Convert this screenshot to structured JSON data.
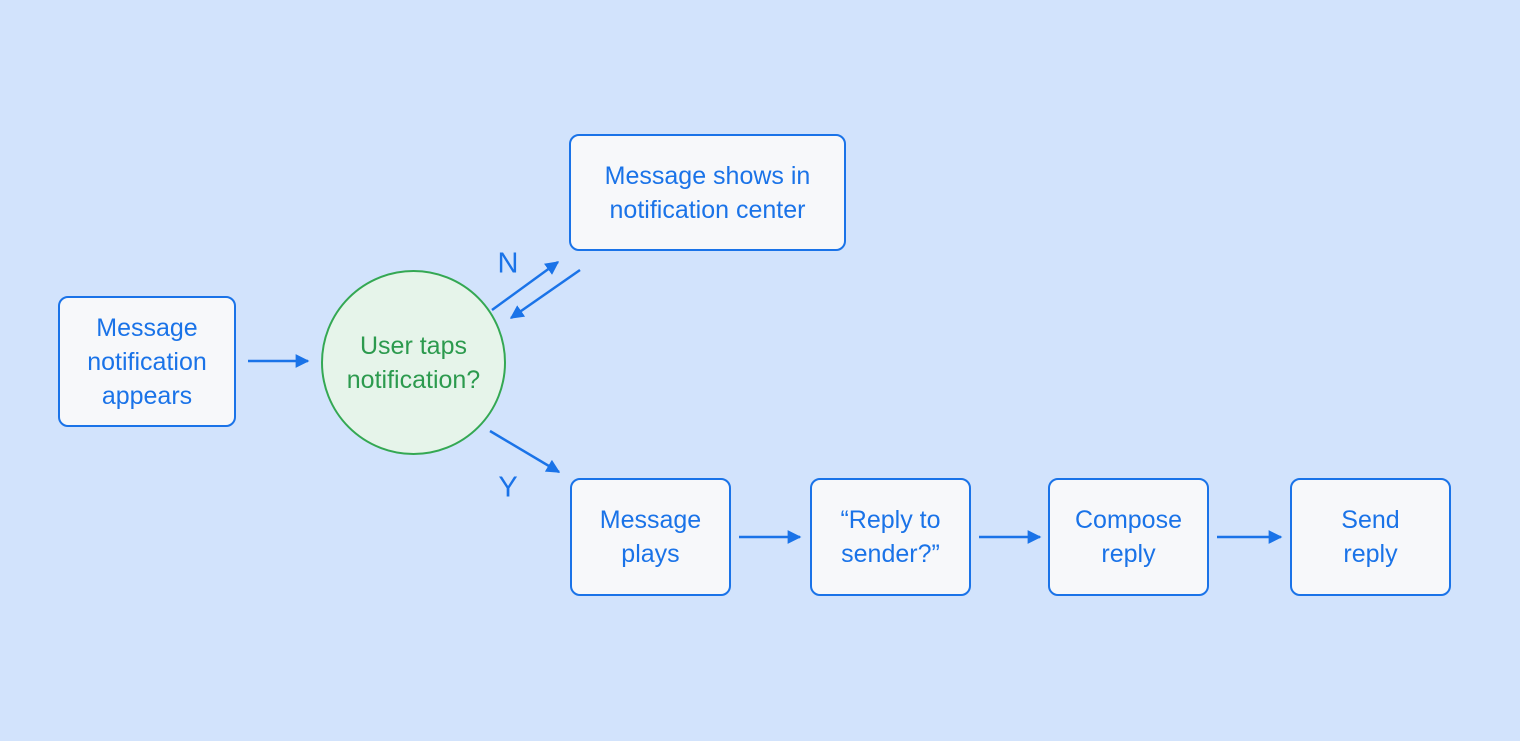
{
  "canvas": {
    "background": "#d2e3fc"
  },
  "colors": {
    "accent_blue": "#1a73e8",
    "process_fill": "#f7f8fa",
    "decision_border": "#34a853",
    "decision_fill": "#e6f4ea",
    "decision_text": "#2c9a4e"
  },
  "nodes": [
    {
      "id": "message-notification-appears",
      "type": "process",
      "label": "Message\nnotification\nappears"
    },
    {
      "id": "message-shows-in-notification-center",
      "type": "process",
      "label": "Message shows in\nnotification center"
    },
    {
      "id": "user-taps-notification",
      "type": "decision",
      "label": "User taps\nnotification?"
    },
    {
      "id": "message-plays",
      "type": "process",
      "label": "Message\nplays"
    },
    {
      "id": "reply-to-sender",
      "type": "process",
      "label": "“Reply to\nsender?”"
    },
    {
      "id": "compose-reply",
      "type": "process",
      "label": "Compose\nreply"
    },
    {
      "id": "send-reply",
      "type": "process",
      "label": "Send\nreply"
    }
  ],
  "edges": [
    {
      "from": "message-notification-appears",
      "to": "user-taps-notification",
      "label": ""
    },
    {
      "from": "user-taps-notification",
      "to": "message-shows-in-notification-center",
      "label": "N"
    },
    {
      "from": "message-shows-in-notification-center",
      "to": "user-taps-notification",
      "label": ""
    },
    {
      "from": "user-taps-notification",
      "to": "message-plays",
      "label": "Y"
    },
    {
      "from": "message-plays",
      "to": "reply-to-sender",
      "label": ""
    },
    {
      "from": "reply-to-sender",
      "to": "compose-reply",
      "label": ""
    },
    {
      "from": "compose-reply",
      "to": "send-reply",
      "label": ""
    }
  ]
}
